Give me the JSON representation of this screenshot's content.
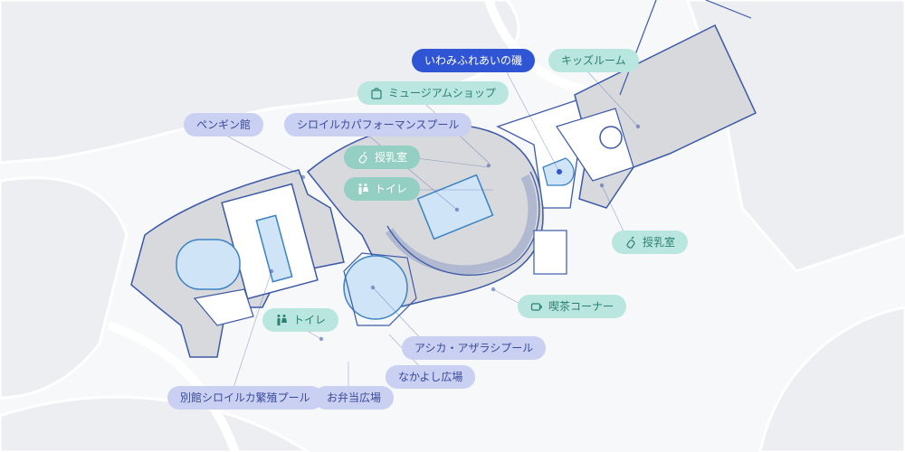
{
  "map": {
    "colors": {
      "background": "#f7f8fa",
      "ground": "#eceef1",
      "building": "#d7d9dd",
      "outline": "#3d5aa8",
      "pool": "#cfe4f7",
      "pool_outline": "#3b82c4",
      "active": "#2f55d4",
      "lavender": "#c9d0f2",
      "teal": "#b9e6de"
    },
    "labels": [
      {
        "id": "iwami",
        "text": "いわみふれあいの磯",
        "style": "active",
        "icon": ""
      },
      {
        "id": "kids",
        "text": "キッズルーム",
        "style": "teal",
        "icon": ""
      },
      {
        "id": "museum-shop",
        "text": "ミュージアムショップ",
        "style": "teal",
        "icon": "shopping-bag-icon"
      },
      {
        "id": "penguin",
        "text": "ペンギン館",
        "style": "lav",
        "icon": ""
      },
      {
        "id": "dolphin-perf",
        "text": "シロイルカパフォーマンスプール",
        "style": "lav",
        "icon": ""
      },
      {
        "id": "nursing-1",
        "text": "授乳室",
        "style": "teal-dark",
        "icon": "baby-bottle-icon"
      },
      {
        "id": "toilet-1",
        "text": "トイレ",
        "style": "teal-dark",
        "icon": "restroom-icon"
      },
      {
        "id": "nursing-2",
        "text": "授乳室",
        "style": "teal",
        "icon": "baby-bottle-icon"
      },
      {
        "id": "cafe",
        "text": "喫茶コーナー",
        "style": "teal",
        "icon": "coffee-cup-icon"
      },
      {
        "id": "toilet-2",
        "text": "トイレ",
        "style": "teal",
        "icon": "restroom-icon"
      },
      {
        "id": "sealion",
        "text": "アシカ・アザラシプール",
        "style": "lav",
        "icon": ""
      },
      {
        "id": "nakayoshi",
        "text": "なかよし広場",
        "style": "lav",
        "icon": ""
      },
      {
        "id": "beluga-breed",
        "text": "別館シロイルカ繁殖プール",
        "style": "lav",
        "icon": ""
      },
      {
        "id": "bento",
        "text": "お弁当広場",
        "style": "lav",
        "icon": ""
      }
    ]
  }
}
